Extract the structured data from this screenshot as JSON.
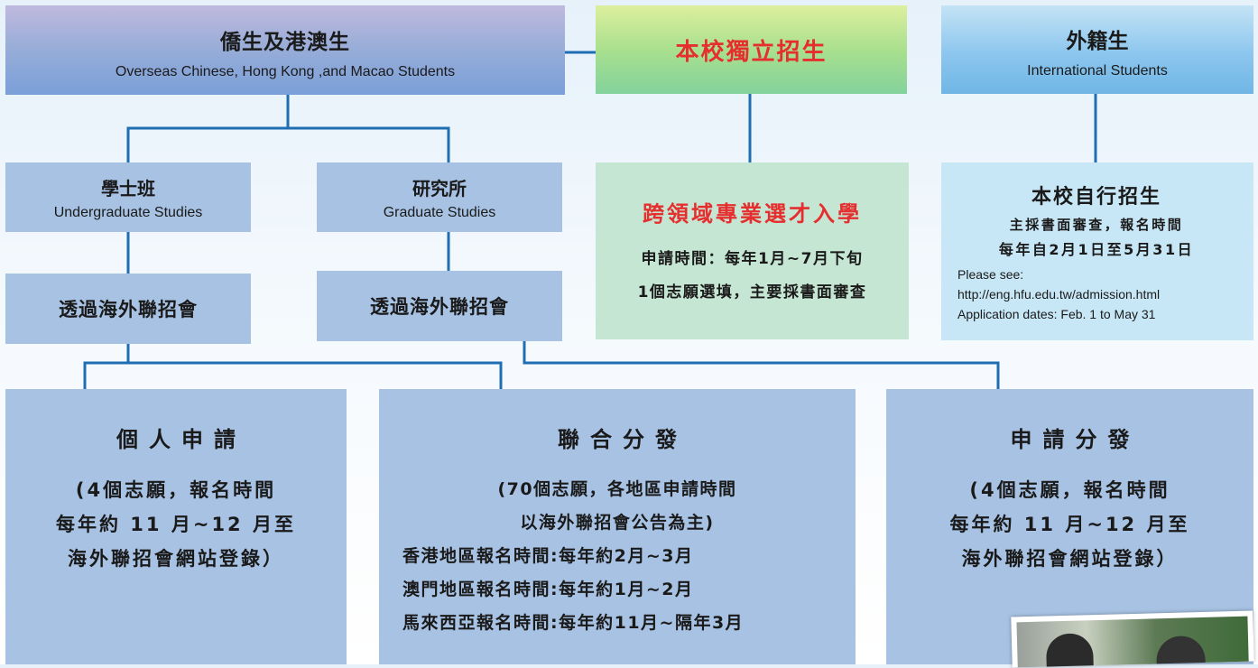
{
  "overseas": {
    "title_zh": "僑生及港澳生",
    "title_en": "Overseas Chinese, Hong Kong ,and Macao Students"
  },
  "independent": {
    "title_zh": "本校獨立招生"
  },
  "international": {
    "title_zh": "外籍生",
    "title_en": "International Students"
  },
  "bachelor": {
    "title_zh": "學士班",
    "title_en": "Undergraduate Studies",
    "fair": "透過海外聯招會"
  },
  "graduate": {
    "title_zh": "研究所",
    "title_en": "Graduate Studies",
    "fair": "透過海外聯招會"
  },
  "cross_domain": {
    "title": "跨領域專業選才入學",
    "line1": "申請時間：每年1月~7月下旬",
    "line2": "1個志願選填，主要採書面審查"
  },
  "self_recruit": {
    "title": "本校自行招生",
    "line1": "主採書面審查，報名時間",
    "line2": "每年自2月1日至5月31日",
    "en1": "Please see:",
    "en2": "http://eng.hfu.edu.tw/admission.html",
    "en3": "Application dates: Feb. 1 to May 31"
  },
  "individual": {
    "title": "個人申請",
    "line1": "(4個志願，報名時間",
    "line2": "每年約 11 月~12 月至",
    "line3": "海外聯招會網站登錄）"
  },
  "joint": {
    "title": "聯合分發",
    "line1": "(70個志願，各地區申請時間",
    "line2": "以海外聯招會公告為主)",
    "line3": "香港地區報名時間:每年約2月~3月",
    "line4": "澳門地區報名時間:每年約1月~2月",
    "line5": "馬來西亞報名時間:每年約11月~隔年3月"
  },
  "apply": {
    "title": "申請分發",
    "line1": "(4個志願，報名時間",
    "line2": "每年約 11 月~12 月至",
    "line3": "海外聯招會網站登錄）"
  },
  "colors": {
    "connector": "#1f6eb3",
    "highlight_text": "#e52e2d",
    "box_blue": "#a7c2e3",
    "box_green": "#c6e6d4",
    "box_sky": "#c8e7f6"
  }
}
